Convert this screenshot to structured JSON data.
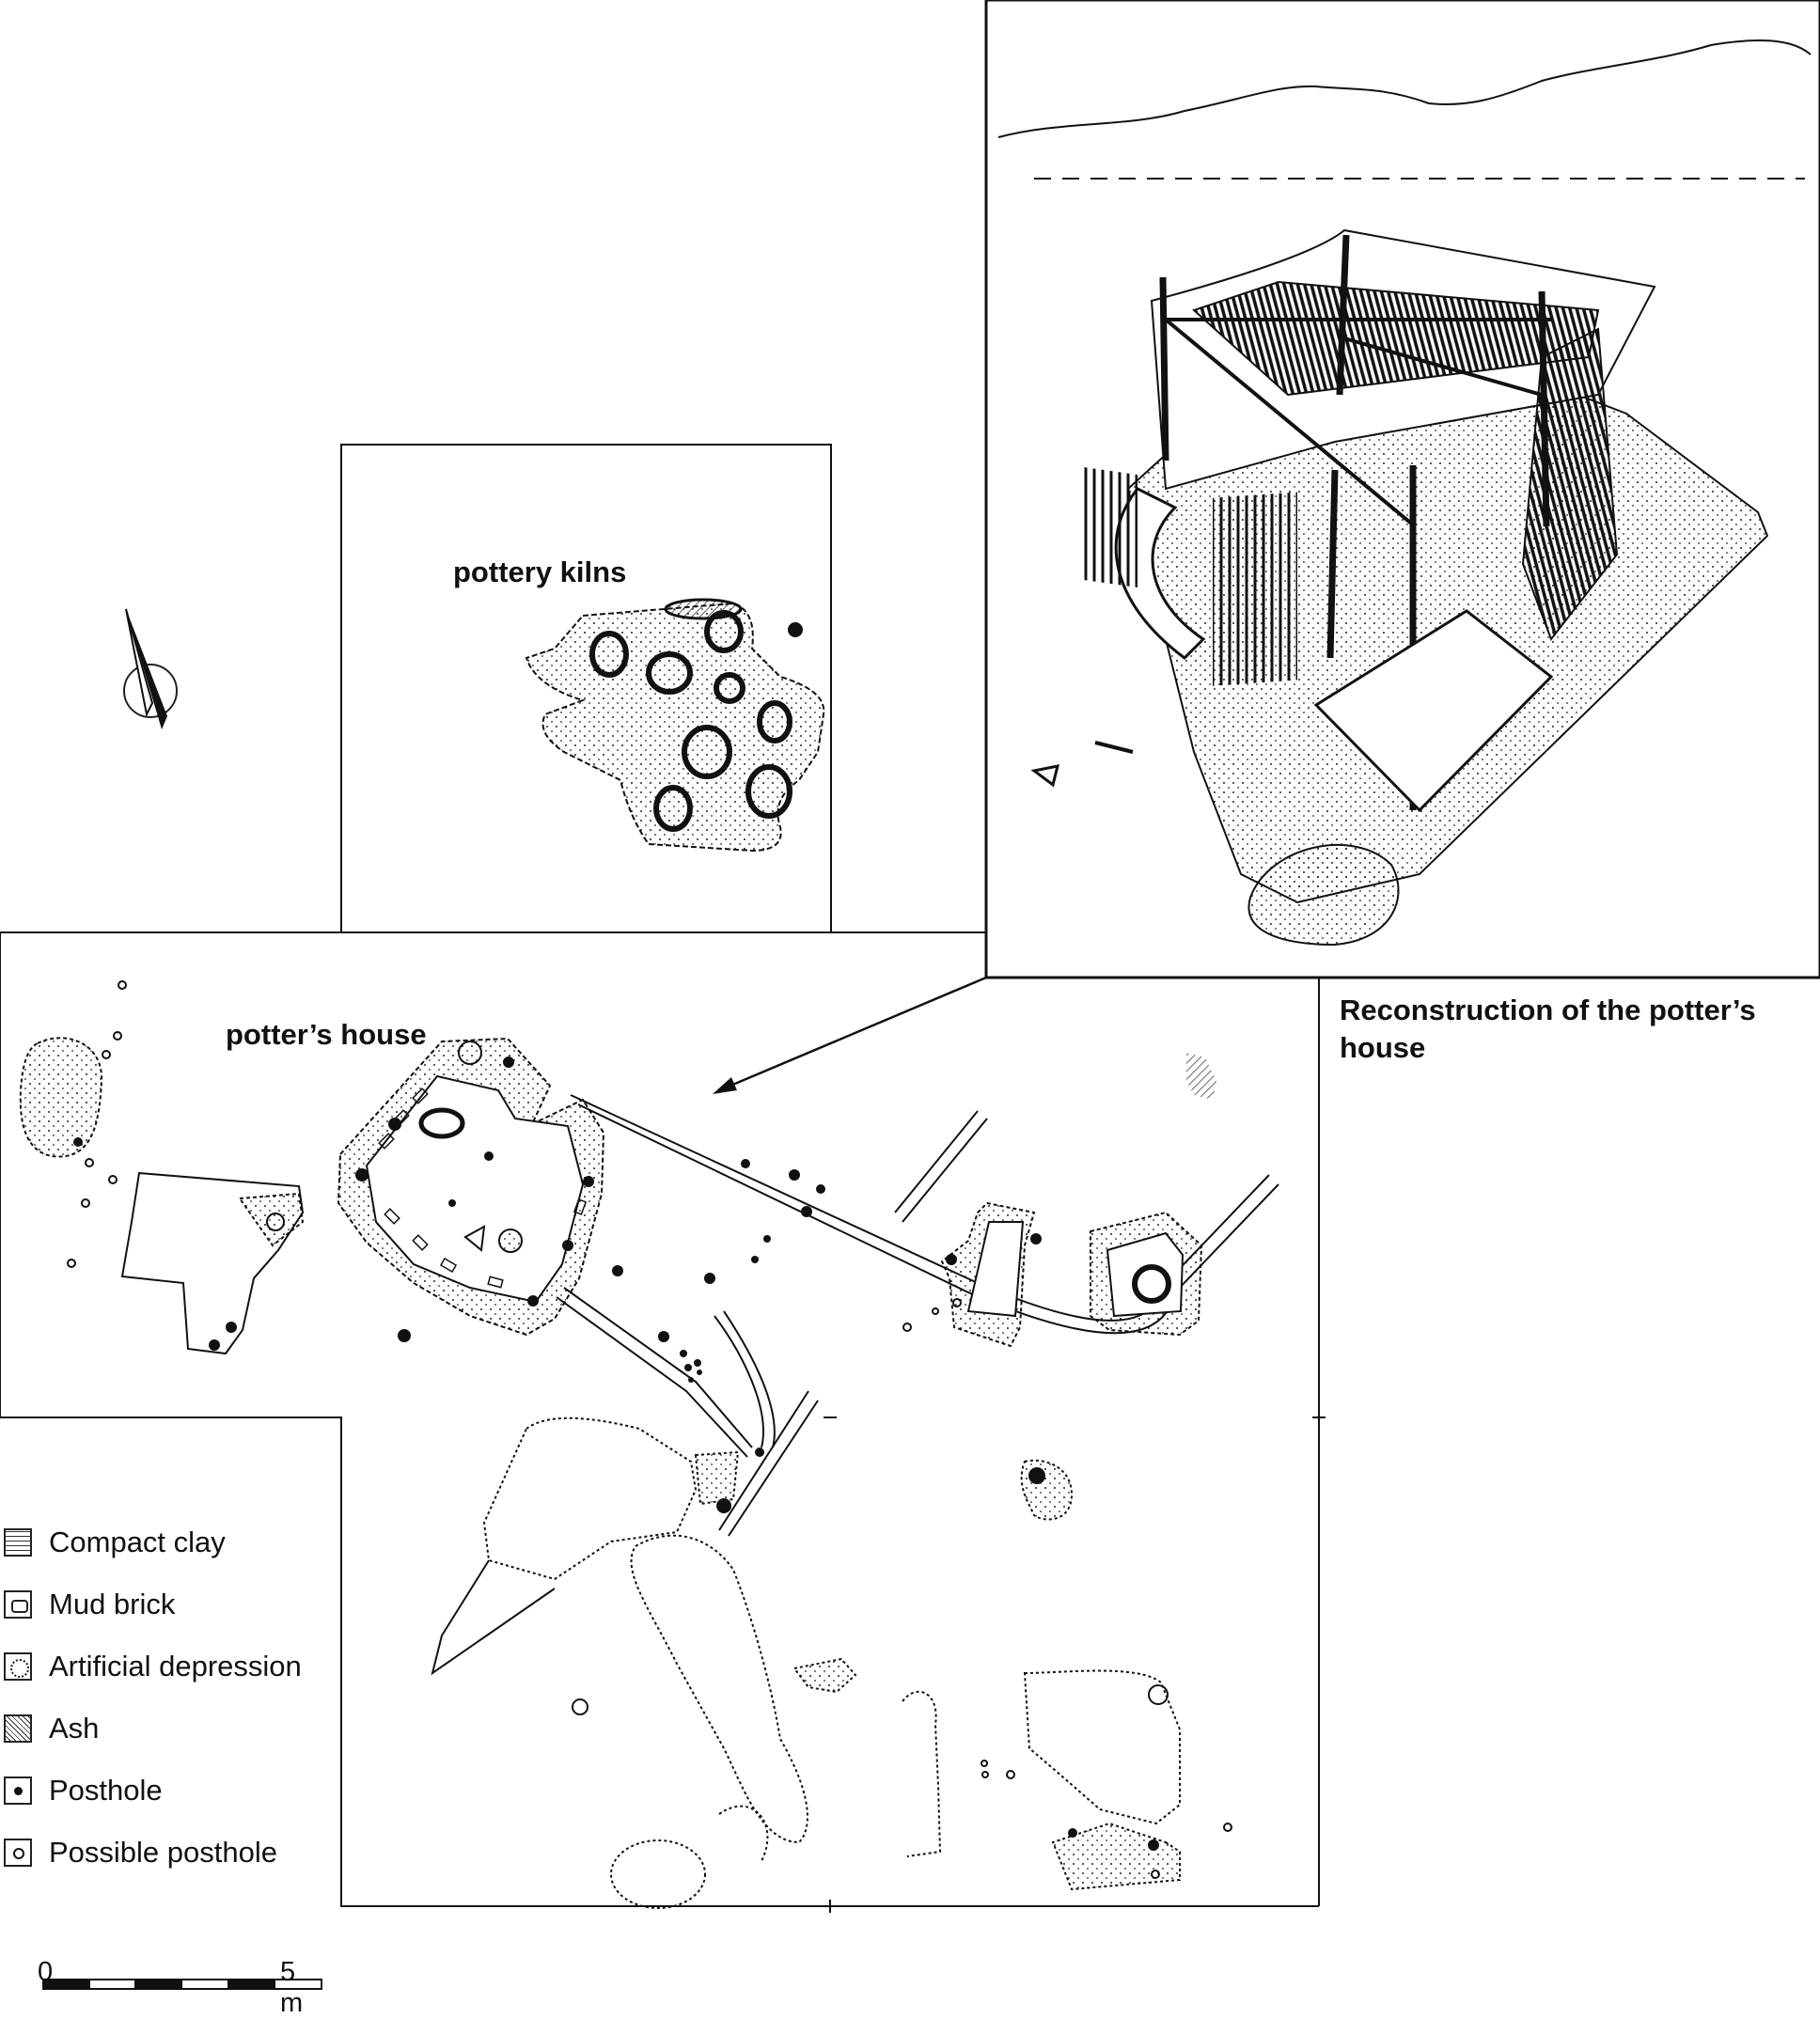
{
  "labels": {
    "kilns": "pottery kilns",
    "house": "potter’s house",
    "reconstruction": "Reconstruction of the potter’s house"
  },
  "legend": [
    {
      "icon": "compact-clay-icon",
      "label": "Compact clay"
    },
    {
      "icon": "mud-brick-icon",
      "label": "Mud brick"
    },
    {
      "icon": "artificial-depression-icon",
      "label": "Artificial depression"
    },
    {
      "icon": "ash-icon",
      "label": "Ash"
    },
    {
      "icon": "posthole-icon",
      "label": "Posthole"
    },
    {
      "icon": "possible-posthole-icon",
      "label": "Possible posthole"
    }
  ],
  "scale": {
    "start": "0",
    "end": "5 m"
  },
  "colors": {
    "ink": "#111111",
    "paper": "#ffffff"
  }
}
